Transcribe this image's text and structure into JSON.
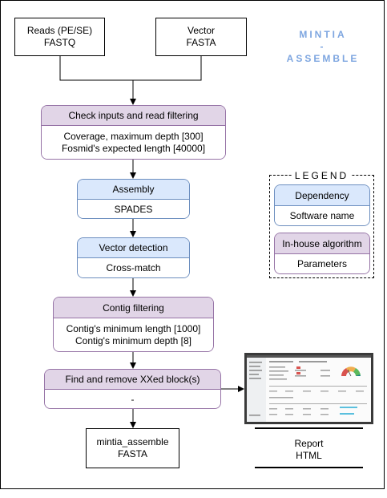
{
  "title": {
    "line1": "MINTIA",
    "line2": "-",
    "line3": "ASSEMBLE"
  },
  "inputs": {
    "reads": {
      "line1": "Reads (PE/SE)",
      "line2": "FASTQ"
    },
    "vector": {
      "line1": "Vector",
      "line2": "FASTA"
    }
  },
  "steps": {
    "check": {
      "title": "Check inputs and read filtering",
      "line1": "Coverage, maximum depth [300]",
      "line2": "Fosmid's expected length [40000]"
    },
    "assembly": {
      "title": "Assembly",
      "line1": "SPADES"
    },
    "vector_detection": {
      "title": "Vector detection",
      "line1": "Cross-match"
    },
    "contig_filtering": {
      "title": "Contig filtering",
      "line1": "Contig's minimum length [1000]",
      "line2": "Contig's minimum depth [8]"
    },
    "find_remove": {
      "title": "Find and remove XXed block(s)",
      "line1": "-"
    }
  },
  "output": {
    "line1": "mintia_assemble",
    "line2": "FASTA"
  },
  "report": {
    "line1": "Report",
    "line2": "HTML"
  },
  "legend": {
    "title": "LEGEND",
    "dependency": {
      "title": "Dependency",
      "body": "Software name"
    },
    "inhouse": {
      "title": "In-house algorithm",
      "body": "Parameters"
    }
  },
  "colors": {
    "purple_fill": "#e1d5e7",
    "purple_stroke": "#9673a6",
    "blue_fill": "#dae8fc",
    "blue_stroke": "#6c8ebf",
    "title_color": "#7ea6e0"
  }
}
